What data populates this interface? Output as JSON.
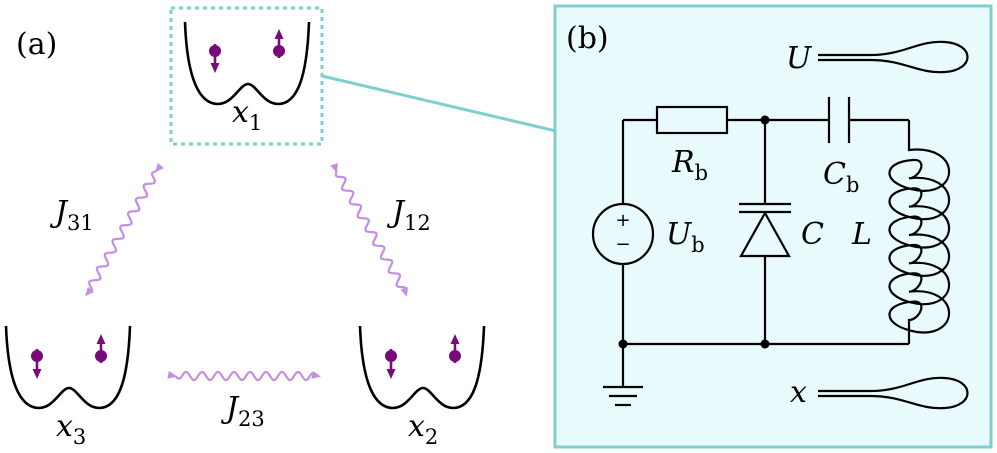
{
  "panel_a": {
    "label": "(a)",
    "sites": [
      {
        "id": "site-1",
        "var": "x",
        "sub": "1"
      },
      {
        "id": "site-2",
        "var": "x",
        "sub": "2"
      },
      {
        "id": "site-3",
        "var": "x",
        "sub": "3"
      }
    ],
    "couplings": [
      {
        "id": "coupling-31",
        "var": "J",
        "sub": "31"
      },
      {
        "id": "coupling-12",
        "var": "J",
        "sub": "12"
      },
      {
        "id": "coupling-23",
        "var": "J",
        "sub": "23"
      }
    ]
  },
  "panel_b": {
    "label": "(b)",
    "source_var": "U",
    "source_sub": "b",
    "source_plus": "+",
    "source_minus": "−",
    "resistor_var": "R",
    "resistor_sub": "b",
    "diode_label": "C",
    "capacitor_var": "C",
    "capacitor_sub": "b",
    "inductor_label": "L",
    "port_top": "U",
    "port_bottom": "x"
  },
  "colors": {
    "spin": "#7a0a7a",
    "coupling": "#c58ee6",
    "panel_border": "#7fcfcf",
    "panel_fill": "#e8fafc"
  }
}
